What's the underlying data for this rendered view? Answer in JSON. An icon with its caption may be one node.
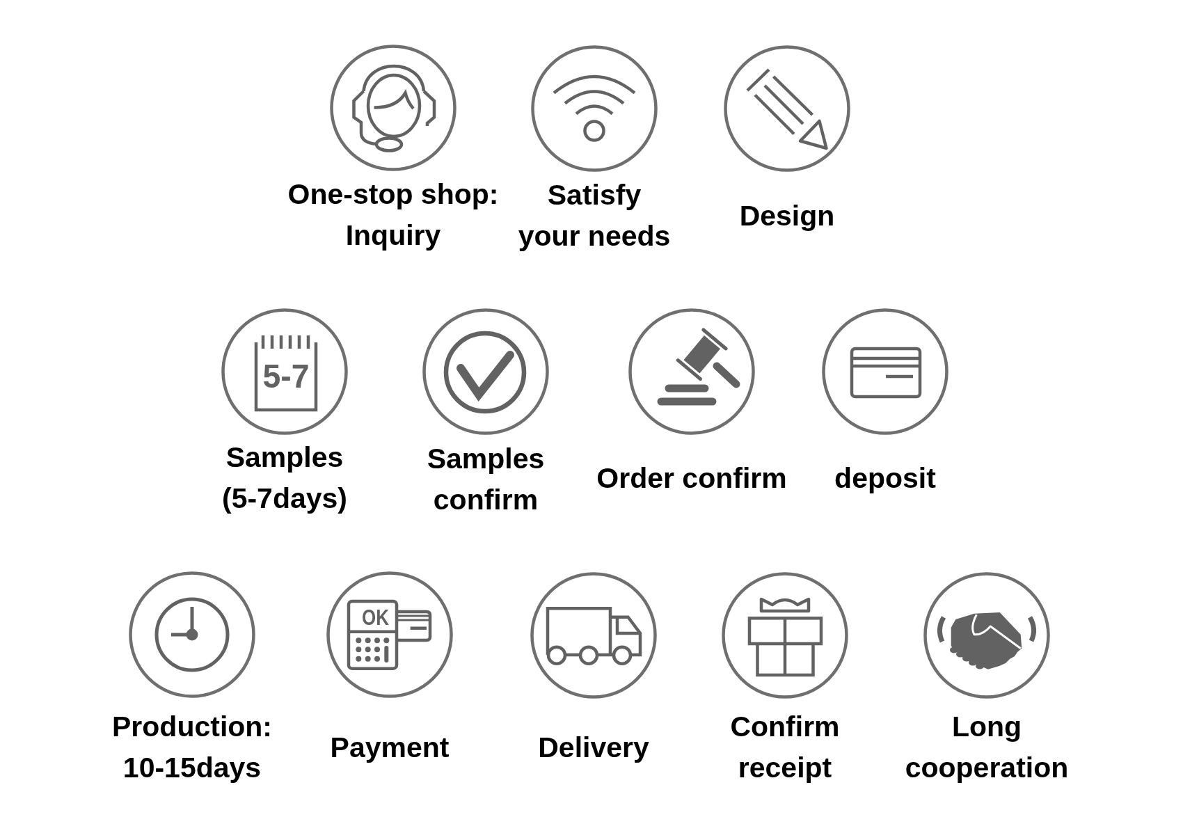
{
  "diagram": {
    "nodes": [
      {
        "text": [
          "One-stop shop: Inquiry"
        ]
      },
      {
        "text": [
          "Satisfy your needs"
        ]
      },
      {
        "text": [
          "Design"
        ]
      },
      {
        "text": [
          "5-7",
          "Samples (5-7days)"
        ]
      },
      {
        "text": [
          "Samples confirm"
        ]
      },
      {
        "text": [
          "Order confirm"
        ]
      },
      {
        "text": [
          "deposit"
        ]
      },
      {
        "text": [
          "Production: 10-15days"
        ]
      },
      {
        "text": [
          "OK",
          "Payment"
        ]
      },
      {
        "text": [
          "Delivery"
        ]
      },
      {
        "text": [
          "Confirm receipt"
        ]
      },
      {
        "text": [
          "Long cooperation"
        ]
      }
    ]
  }
}
